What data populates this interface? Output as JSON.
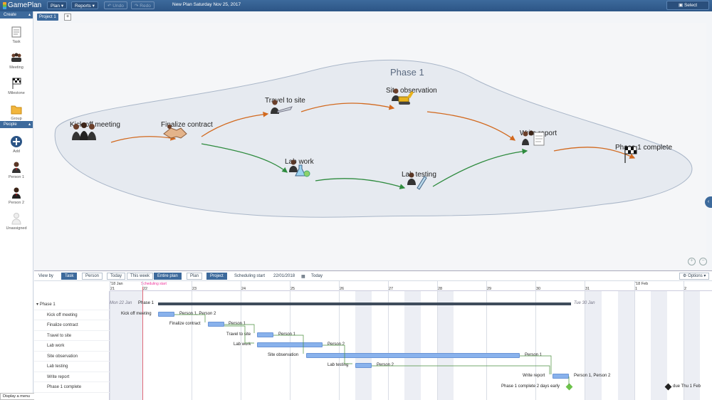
{
  "app": {
    "name": "GamePlan",
    "plan_title": "New Plan Saturday Nov 25, 2017"
  },
  "topbar": {
    "plan_menu": "Plan",
    "reports_menu": "Reports",
    "undo": "Undo",
    "redo": "Redo",
    "select": "Select"
  },
  "sidebar": {
    "create_header": "Create",
    "create_items": [
      "Task",
      "Meeting",
      "Milestone",
      "Group"
    ],
    "people_header": "People",
    "people_items": [
      "Add",
      "Person 1",
      "Person 2",
      "Unassigned"
    ],
    "display_menu": "Display a menu"
  },
  "tabs": {
    "project": "Project 1",
    "add": "+"
  },
  "canvas": {
    "phase_label": "Phase 1",
    "nodes": {
      "kickoff": "Kick off meeting",
      "finalize": "Finalize contract",
      "travel": "Travel to site",
      "site": "Site observation",
      "labwork": "Lab work",
      "labtesting": "Lab testing",
      "report": "Write report",
      "complete": "Phase 1 complete"
    }
  },
  "gantt": {
    "view_by": "View by",
    "task": "Task",
    "person": "Person",
    "today": "Today",
    "this_week": "This week",
    "entire_plan": "Entire plan",
    "plan": "Plan",
    "project": "Project",
    "scheduling_start": "Scheduling start",
    "start_date": "22/01/2018",
    "today_link": "Today",
    "options": "Options",
    "month_jan": "'18 Jan",
    "month_feb": "'18 Feb",
    "start_marker": "Scheduling start",
    "days": [
      "21",
      "22",
      "23",
      "24",
      "25",
      "26",
      "27",
      "28",
      "29",
      "30",
      "31",
      "1",
      "2"
    ],
    "phase_row": "Phase 1",
    "rows": [
      "Kick off meeting",
      "Finalize contract",
      "Travel to site",
      "Lab work",
      "Site observation",
      "Lab testing",
      "Write report",
      "Phase 1 complete"
    ],
    "phase_start": "Mon 22 Jan",
    "phase_end": "Tue 30 Jan",
    "bar_people": {
      "kickoff": "Person 1, Person 2",
      "finalize": "Person 1",
      "travel": "Person 1",
      "labwork": "Person 2",
      "site": "Person 1",
      "labtesting": "Person 2",
      "report": "Person 1, Person 2"
    },
    "complete_note": "Phase 1 complete 2 days early",
    "due_note": "due Thu 1 Feb"
  },
  "colors": {
    "primary": "#3d6a9c",
    "arrow_orange": "#d2691e",
    "arrow_green": "#2e8b3e",
    "bar": "#89b2ec"
  }
}
